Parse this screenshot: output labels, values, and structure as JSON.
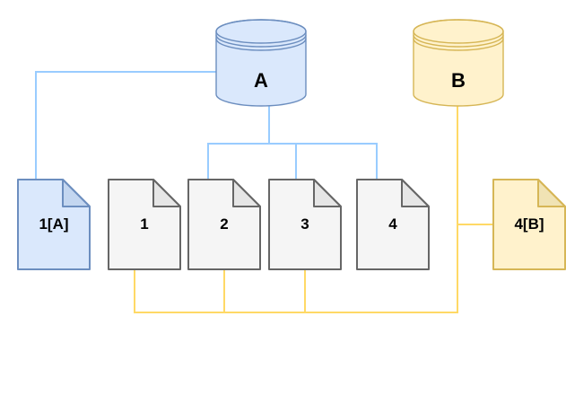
{
  "diagram": {
    "cylinders": [
      {
        "id": "A",
        "label": "A",
        "scheme": "blue"
      },
      {
        "id": "B",
        "label": "B",
        "scheme": "yellow"
      }
    ],
    "documents": [
      {
        "id": "1A",
        "label": "1[A]",
        "scheme": "blue"
      },
      {
        "id": "1",
        "label": "1",
        "scheme": "gray"
      },
      {
        "id": "2",
        "label": "2",
        "scheme": "gray"
      },
      {
        "id": "3",
        "label": "3",
        "scheme": "gray"
      },
      {
        "id": "4",
        "label": "4",
        "scheme": "gray"
      },
      {
        "id": "4B",
        "label": "4[B]",
        "scheme": "yellow"
      }
    ],
    "edges": [
      {
        "from": "A",
        "to": "1A",
        "color": "blue"
      },
      {
        "from": "A",
        "to": "2",
        "color": "blue"
      },
      {
        "from": "A",
        "to": "3",
        "color": "blue"
      },
      {
        "from": "A",
        "to": "4",
        "color": "blue"
      },
      {
        "from": "B",
        "to": "4B",
        "color": "yellow"
      },
      {
        "from": "B",
        "to": "1",
        "color": "yellow"
      },
      {
        "from": "B",
        "to": "2",
        "color": "yellow"
      },
      {
        "from": "B",
        "to": "3",
        "color": "yellow"
      }
    ]
  },
  "colors": {
    "background": "#ffffff",
    "label": "#000000",
    "blue_fill": "#dae8fc",
    "blue_flap": "#c3d6f0",
    "blue_stroke": "#6c8ebf",
    "yellow_fill": "#fff2cc",
    "yellow_flap": "#f0e3b4",
    "yellow_stroke": "#d6b656",
    "gray_fill": "#f5f5f5",
    "gray_flap": "#e6e6e6",
    "gray_stroke": "#666666",
    "edge_blue": "#99ccff",
    "edge_yellow": "#ffd966"
  }
}
